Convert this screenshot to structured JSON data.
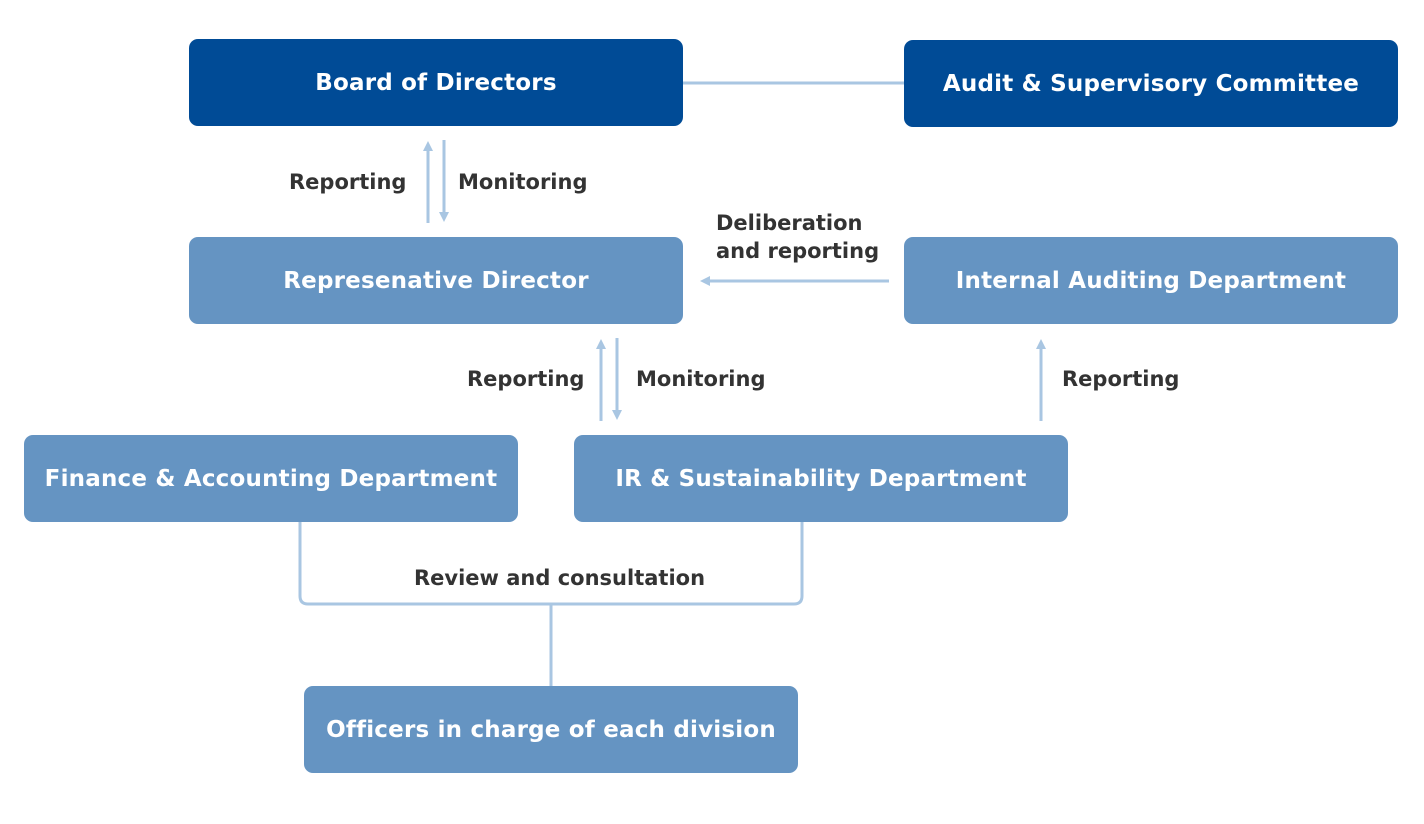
{
  "diagram": {
    "nodes": {
      "board": "Board of Directors",
      "audit_committee": "Audit & Supervisory Committee",
      "representative": "Represenative Director",
      "internal_audit": "Internal Auditing Department",
      "finance": "Finance & Accounting Department",
      "ir": "IR & Sustainability Department",
      "officers": "Officers in charge of each division"
    },
    "edges": {
      "board_rep_up": "Reporting",
      "board_rep_down": "Monitoring",
      "audit_to_rep_line1": "Deliberation",
      "audit_to_rep_line2": "and reporting",
      "rep_ir_up": "Reporting",
      "rep_ir_down": "Monitoring",
      "ir_to_audit": "Reporting",
      "review": "Review and consultation"
    },
    "colors": {
      "dark_box": "#004b96",
      "light_box": "#6594c2",
      "connector": "#a9c6e2",
      "label_text": "#333333"
    }
  }
}
